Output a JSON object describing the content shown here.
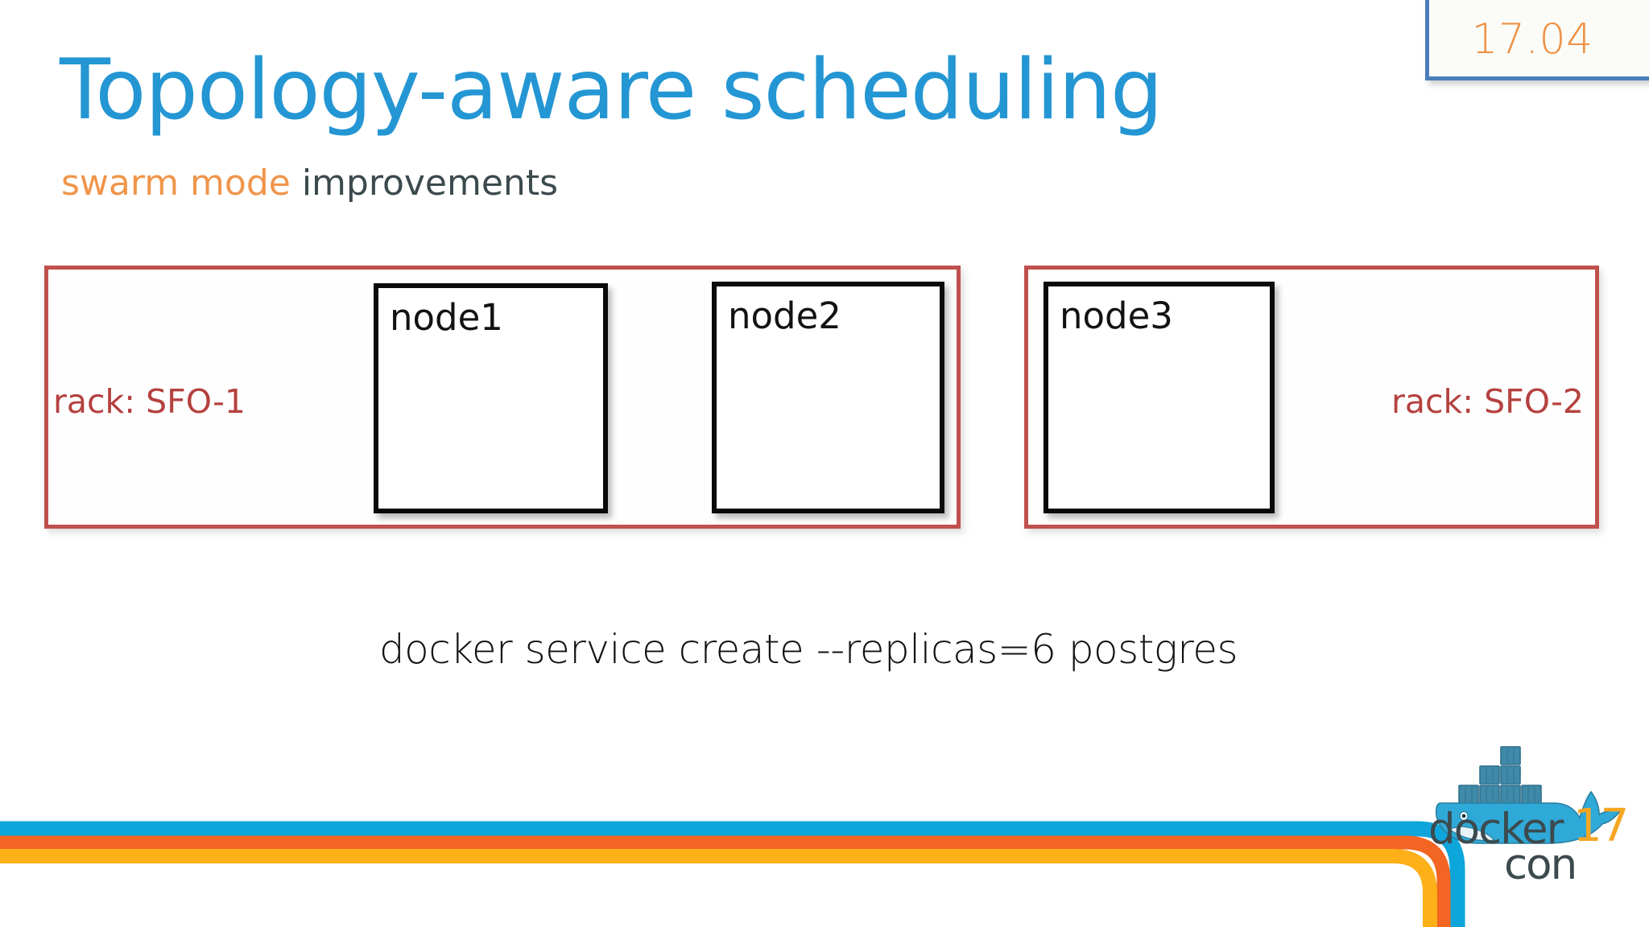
{
  "slide": {
    "title": "Topology-aware scheduling",
    "subtitle": {
      "accent": "swarm mode",
      "plain": "improvements"
    },
    "version_badge": {
      "label": "17.04",
      "border_color": "#4a7ebb",
      "text_color": "#ef9043"
    },
    "command": "docker service create --replicas=6 postgres",
    "colors": {
      "title_blue": "#2496d3",
      "accent_orange": "#f0954b",
      "body_dark": "#3c4a4e",
      "rack_red": "#c0504d",
      "node_black": "#0a0a0a",
      "stripe_blue": "#0ea5db",
      "stripe_orange": "#f26522",
      "stripe_yellow": "#fdb018"
    },
    "racks": [
      {
        "label": "rack: SFO-1",
        "label_side": "left",
        "nodes": [
          {
            "label": "node1"
          },
          {
            "label": "node2"
          }
        ]
      },
      {
        "label": "rack: SFO-2",
        "label_side": "right",
        "nodes": [
          {
            "label": "node3"
          }
        ]
      }
    ],
    "logo": {
      "wordmark_docker": "docker",
      "wordmark_year": "17",
      "wordmark_con": "con",
      "icon_name": "docker-whale-icon"
    },
    "ribbon": {
      "stripes": [
        {
          "name": "blue",
          "color": "#0ea5db"
        },
        {
          "name": "orange",
          "color": "#f26522"
        },
        {
          "name": "yellow",
          "color": "#fdb018"
        }
      ]
    }
  }
}
